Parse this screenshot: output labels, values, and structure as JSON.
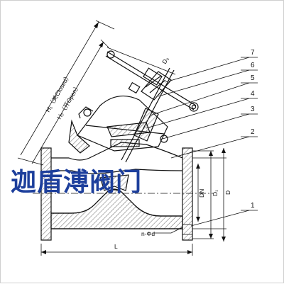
{
  "diagram": {
    "callouts": [
      "1",
      "2",
      "3",
      "4",
      "5",
      "6",
      "7"
    ],
    "dimensions": {
      "h1": "H₁（关Closed）",
      "h2": "H₂（开Open）",
      "dn": "DN",
      "d1": "D₁",
      "d": "D",
      "l": "L",
      "bolts": "n-Φd",
      "handwheel": "D₀"
    },
    "watermark": "迦盾溥阀门"
  },
  "colors": {
    "line": "#111111",
    "hatch": "#555555",
    "watermark": "#1d3f9c"
  }
}
